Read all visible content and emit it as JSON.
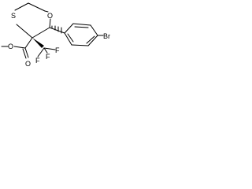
{
  "atom_labels": {
    "sulfur": "S",
    "oxygen_ring": "O",
    "oxygen_ester_1": "O",
    "oxygen_ester_2": "O",
    "bromine": "Br",
    "fluorine_1": "F",
    "fluorine_2": "F",
    "fluorine_3": "F"
  },
  "colors": {
    "ink": "#000000",
    "background": "#ffffff"
  }
}
